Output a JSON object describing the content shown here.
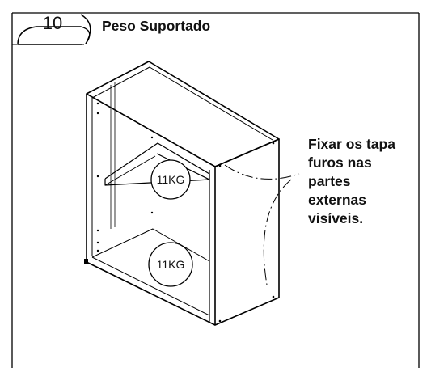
{
  "step": {
    "number": "10",
    "title": "Peso Suportado"
  },
  "shelves": [
    {
      "label": "11KG"
    },
    {
      "label": "11KG"
    }
  ],
  "note": {
    "lines": [
      "Fixar os tapa",
      "furos nas",
      "partes",
      "externas",
      "visíveis."
    ]
  }
}
